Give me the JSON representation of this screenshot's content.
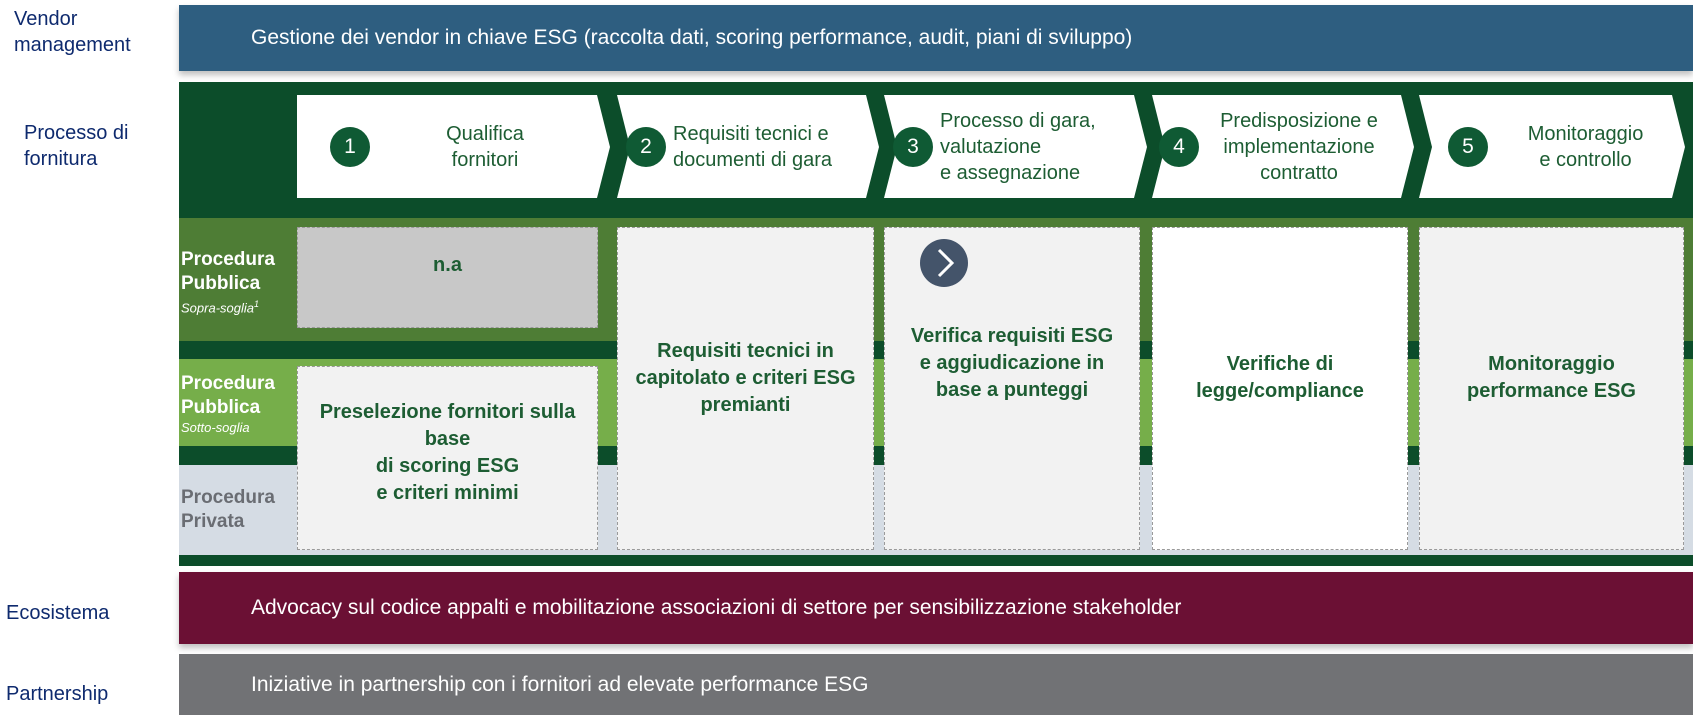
{
  "row_labels": {
    "vendor": "Vendor\nmanagement",
    "processo": "Processo di\nfornitura",
    "ecosistema": "Ecosistema",
    "partnership": "Partnership"
  },
  "bands": {
    "vendor": "Gestione dei vendor in chiave ESG (raccolta dati, scoring performance, audit, piani di sviluppo)",
    "ecosistema": "Advocacy sul codice appalti e mobilitazione associazioni di settore per sensibilizzazione stakeholder",
    "partnership": "Iniziative in partnership con i fornitori ad elevate performance ESG"
  },
  "steps": [
    {
      "num": "1",
      "label": "Qualifica\nfornitori"
    },
    {
      "num": "2",
      "label": "Requisiti tecnici e\ndocumenti di gara"
    },
    {
      "num": "3",
      "label": "Processo di gara,\nvalutazione\ne assegnazione"
    },
    {
      "num": "4",
      "label": "Predisposizione e\nimplementazione\ncontratto"
    },
    {
      "num": "5",
      "label": "Monitoraggio\ne controllo"
    }
  ],
  "procedures": {
    "sopra": {
      "title": "Procedura\nPubblica",
      "sub": "Sopra-soglia",
      "sup": "1"
    },
    "sotto": {
      "title": "Procedura\nPubblica",
      "sub": "Sotto-soglia"
    },
    "privata": {
      "title": "Procedura\nPrivata"
    }
  },
  "cells": {
    "na": "n.a",
    "preselezione": "Preselezione fornitori sulla base\ndi scoring ESG\ne criteri minimi",
    "requisiti": "Requisiti tecnici in\ncapitolato e criteri ESG\npremianti",
    "verifica": "Verifica requisiti ESG\ne aggiudicazione in\nbase a punteggi",
    "verifiche": "Verifiche di\nlegge/compliance",
    "monitoraggio": "Monitoraggio\nperformance ESG"
  },
  "colors": {
    "vendor_band": "#2e5e80",
    "process_bg": "#0c4d2a",
    "sopra_bg": "#4e7d35",
    "sotto_bg": "#76ae4a",
    "privata_bg": "#d5dce4",
    "ecosistema_band": "#6b1034",
    "partnership_band": "#717275",
    "text_green": "#1d5d33",
    "label_navy": "#0e2a6e"
  },
  "icons": {
    "next": "chevron-right-circle-icon"
  }
}
